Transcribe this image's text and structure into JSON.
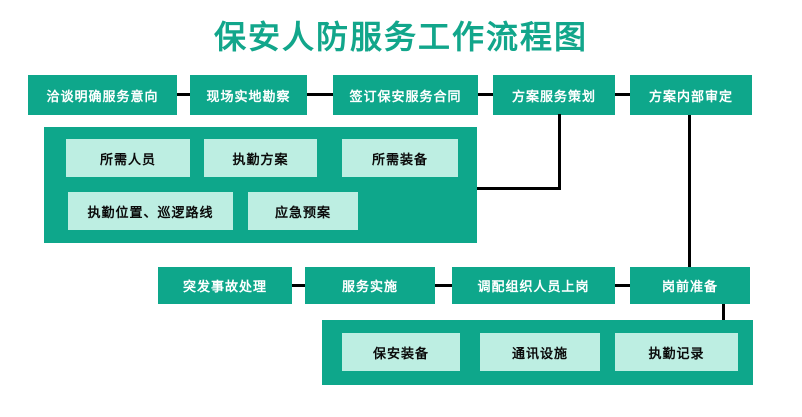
{
  "title": "保安人防服务工作流程图",
  "colors": {
    "node_fill": "#0ea78b",
    "subnode_fill": "#bdeee2",
    "title_color": "#12a68b",
    "connector_color": "#000000",
    "node_text": "#ffffff",
    "subnode_text": "#0b0b0b",
    "background": "#ffffff"
  },
  "nodes": {
    "row1": [
      "洽谈明确服务意向",
      "现场实地勘察",
      "签订保安服务合同",
      "方案服务策划",
      "方案内部审定"
    ],
    "planning_group": [
      "所需人员",
      "执勤方案",
      "所需装备",
      "执勤位置、巡逻路线",
      "应急预案"
    ],
    "row2": [
      "突发事故处理",
      "服务实施",
      "调配组织人员上岗",
      "岗前准备"
    ],
    "preparation_group": [
      "保安装备",
      "通讯设施",
      "执勤记录"
    ]
  }
}
